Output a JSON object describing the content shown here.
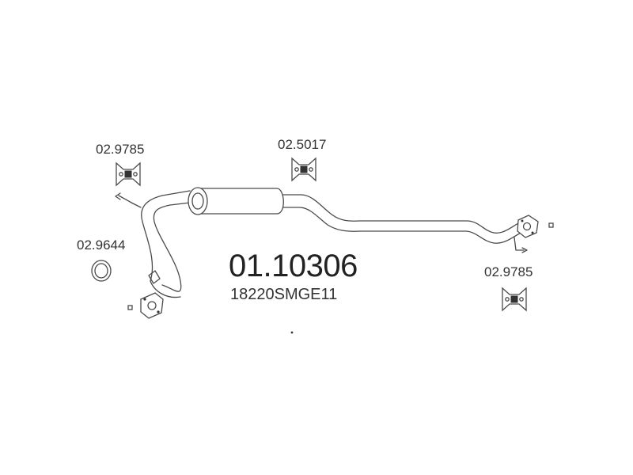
{
  "diagram": {
    "part_number": "01.10306",
    "oem_number": "18220SMGE11",
    "labels": {
      "hanger_front_left": "02.9785",
      "hanger_middle": "02.5017",
      "hanger_rear_right": "02.9785",
      "gasket_ring": "02.9644"
    }
  }
}
